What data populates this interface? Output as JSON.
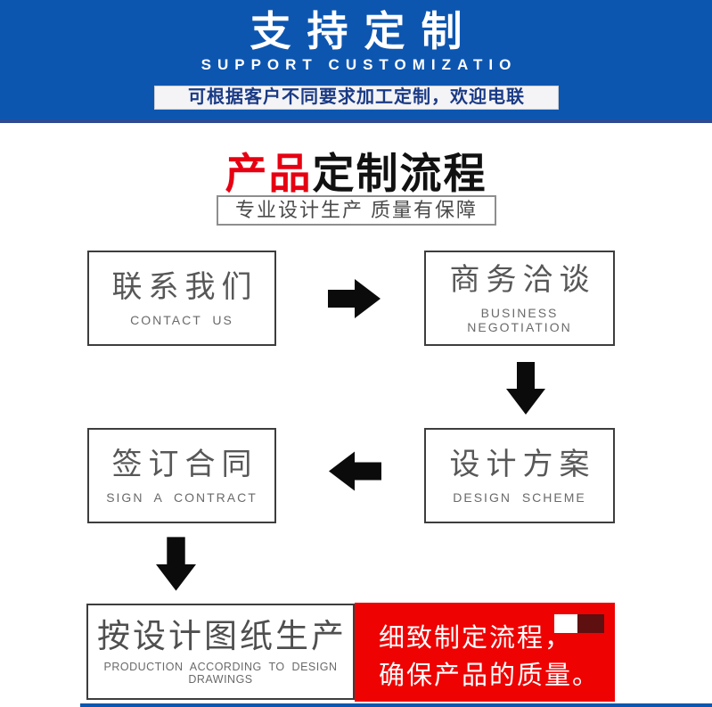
{
  "colors": {
    "banner_blue": "#0d56b0",
    "banner_bottom_border": "#2c4b92",
    "note_text_blue": "#1a3a85",
    "title_red": "#e60012",
    "red_box_bg": "#ee0202",
    "maroon_square": "#5e0f10",
    "arrow_black": "#0b0b0b"
  },
  "banner": {
    "title": "支持定制",
    "subtitle": "SUPPORT CUSTOMIZATIO",
    "note": "可根据客户不同要求加工定制，欢迎电联"
  },
  "section": {
    "title_red": "产品",
    "title_black": "定制流程",
    "tagline": "专业设计生产 质量有保障"
  },
  "flow": {
    "steps": [
      {
        "zh": "联系我们",
        "en": "CONTACT US"
      },
      {
        "zh": "商务洽谈",
        "en": "BUSINESS NEGOTIATION"
      },
      {
        "zh": "设计方案",
        "en": "DESIGN SCHEME"
      },
      {
        "zh": "签订合同",
        "en": "SIGN A CONTRACT"
      },
      {
        "zh": "按设计图纸生产",
        "en": "PRODUCTION ACCORDING TO DESIGN DRAWINGS"
      }
    ],
    "arrows": [
      "arrow-right-icon",
      "arrow-down-icon",
      "arrow-left-icon",
      "arrow-down-icon"
    ],
    "note": {
      "line1": "细致制定流程，",
      "line2": "确保产品的质量。"
    }
  }
}
